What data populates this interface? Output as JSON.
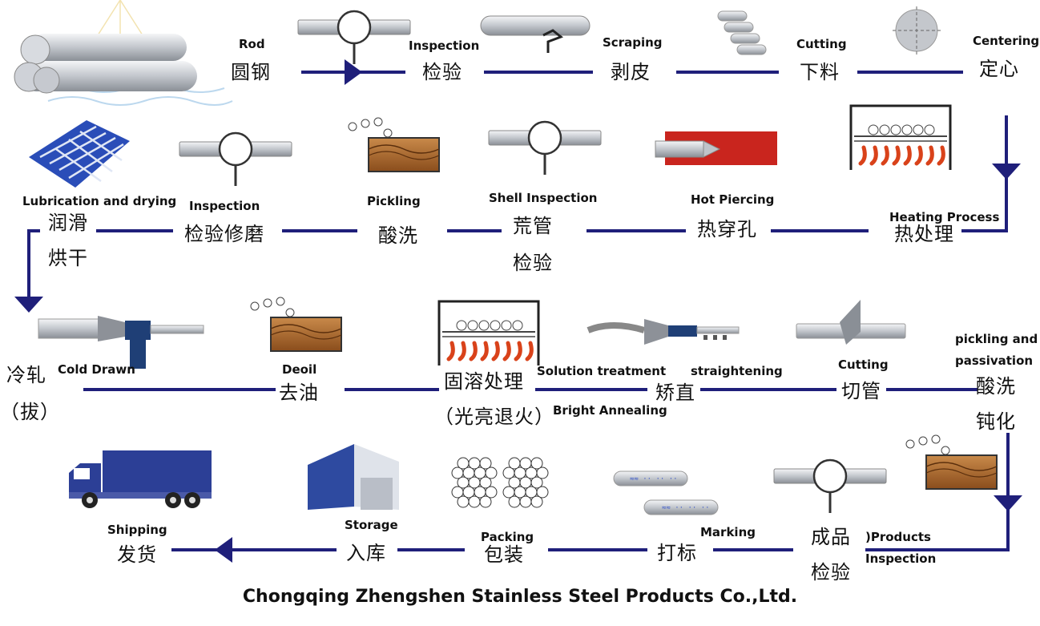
{
  "colors": {
    "flow_line": "#1f1f7a",
    "bath": "#a8622a",
    "flame": "#d9421a",
    "truck": "#2c3f96",
    "pipe": "#c8ccd2"
  },
  "steps": {
    "rod": {
      "en": "Rod",
      "zh": "圆钢"
    },
    "inspection1": {
      "en": "Inspection",
      "zh": "检验"
    },
    "scraping": {
      "en": "Scraping",
      "zh": "剥皮"
    },
    "cutting1": {
      "en": "Cutting",
      "zh": "下料"
    },
    "centering": {
      "en": "Centering",
      "zh": "定心"
    },
    "heating": {
      "en": "Heating Process",
      "zh": "热处理"
    },
    "hot_piercing": {
      "en": "Hot Piercing",
      "zh": "热穿孔"
    },
    "shell_inspection": {
      "en": "Shell Inspection",
      "zh1": "荒管",
      "zh2": "检验"
    },
    "pickling1": {
      "en": "Pickling",
      "zh": "酸洗"
    },
    "inspection2": {
      "en": "Inspection",
      "zh": "检验修磨"
    },
    "lubrication": {
      "en": "Lubrication and drying",
      "zh1": "润滑",
      "zh2": "烘干"
    },
    "cold_drawn": {
      "en": "Cold Drawn",
      "zh1": "冷轧",
      "zh2": "（拔）"
    },
    "deoil": {
      "en": "Deoil",
      "zh": "去油"
    },
    "solution": {
      "en": "Solution treatment",
      "zh1": "固溶处理",
      "zh2": "（光亮退火）",
      "en2": "Bright Annealing"
    },
    "straightening": {
      "en": "straightening",
      "zh": "矫直"
    },
    "cutting2": {
      "en": "Cutting",
      "zh": "切管"
    },
    "pickling2": {
      "en1": "pickling and",
      "en2": "passivation",
      "zh1": "酸洗",
      "zh2": "钝化"
    },
    "products_inspection": {
      "en1": ")Products",
      "en2": "Inspection",
      "zh1": "成品",
      "zh2": "检验"
    },
    "marking": {
      "en": "Marking",
      "zh": "打标"
    },
    "packing": {
      "en": "Packing",
      "zh": "包装"
    },
    "storage": {
      "en": "Storage",
      "zh": "入库"
    },
    "shipping": {
      "en": "Shipping",
      "zh": "发货"
    }
  },
  "icons": [
    "steel-rods-icon",
    "magnifier-icon",
    "scraping-icon",
    "cut-pieces-icon",
    "centering-icon",
    "furnace-icon",
    "piercing-icon",
    "pickling-bath-icon",
    "mesh-icon",
    "cold-drawing-icon",
    "straightener-icon",
    "cutter-icon",
    "marked-pipes-icon",
    "pipe-bundles-icon",
    "warehouse-icon",
    "truck-icon"
  ],
  "footer": "Chongqing Zhengshen Stainless Steel Products Co.,Ltd."
}
